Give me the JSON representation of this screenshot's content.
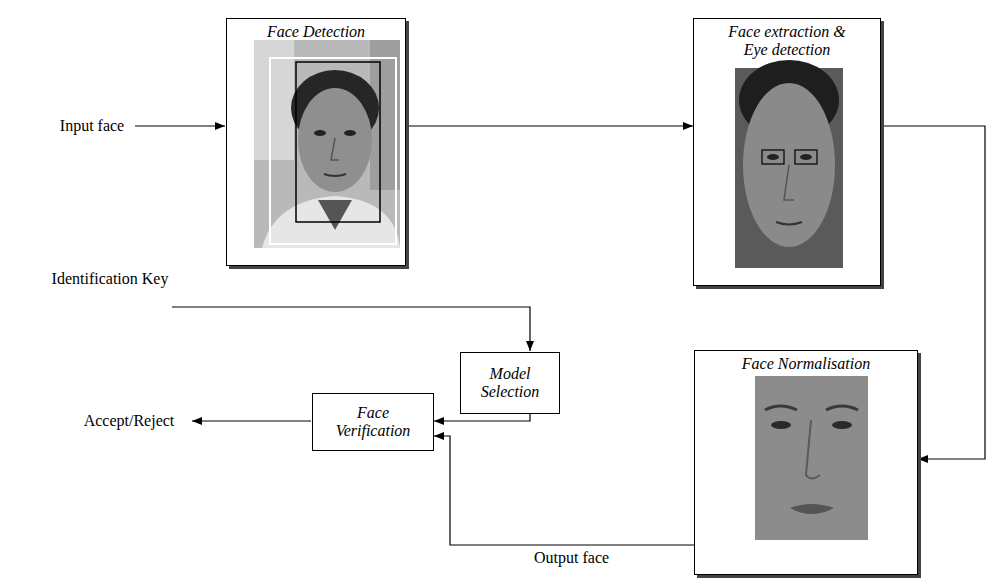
{
  "diagram": {
    "nodes": [
      {
        "text": [
          "Face Detection"
        ]
      },
      {
        "text": [
          "Face extraction & Eye detection"
        ]
      },
      {
        "text": [
          "Model Selection"
        ]
      },
      {
        "text": [
          "Face Normalisation"
        ]
      },
      {
        "text": [
          "Face Verification"
        ]
      }
    ],
    "edges": [
      {
        "from": 0,
        "to": 1,
        "arrow": "to"
      },
      {
        "from": 1,
        "to": 3,
        "arrow": "to"
      },
      {
        "from": 2,
        "to": 4,
        "arrow": "to"
      },
      {
        "from": 3,
        "to": 4,
        "label": "Output face",
        "arrow": "to"
      }
    ],
    "labels": [
      "Input face",
      "Identification Key",
      "Accept/Reject"
    ]
  }
}
